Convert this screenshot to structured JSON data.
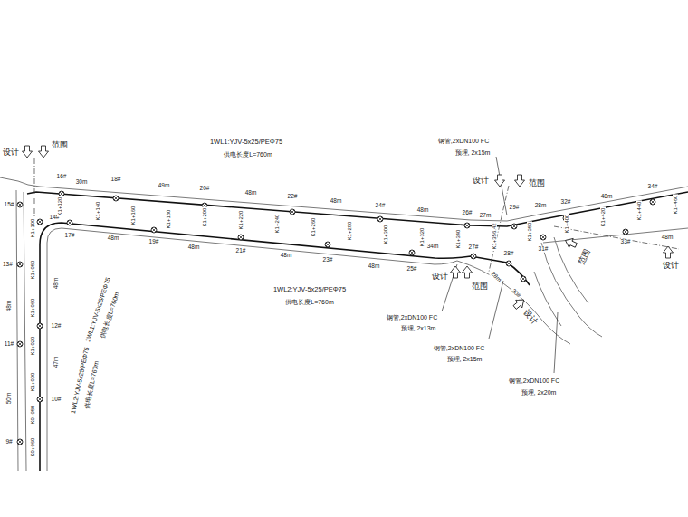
{
  "diagram": {
    "labels": [
      "设计",
      "范围",
      "1WL1:YJV-5x25/PEΦ75",
      "供电长度L=760m",
      "16#",
      "30m",
      "18#",
      "49m",
      "20#",
      "48m",
      "22#",
      "48m",
      "24#",
      "48m",
      "26#",
      "27m",
      "钢管,2xDN100 FC",
      "预埋, 2x15m",
      "设计",
      "范围",
      "29#",
      "28m",
      "32#",
      "48m",
      "34#",
      "17#",
      "48m",
      "19#",
      "48m",
      "21#",
      "48m",
      "23#",
      "48m",
      "25#",
      "34m",
      "27#",
      "28#",
      "31#",
      "33#",
      "48m",
      "28m",
      "30#",
      "1WL2:YJV-5x25/PEΦ75",
      "供电长度L=760m",
      "设计",
      "范围",
      "设计",
      "范围",
      "设计",
      "钢管,2xDN100 FC",
      "预埋, 2x13m",
      "钢管,2xDN100 FC",
      "预埋, 2x15m",
      "钢管,2xDN100 FC",
      "预埋, 2x20m",
      "15#",
      "14#",
      "13#",
      "12#",
      "11#",
      "10#",
      "9#",
      "48m",
      "47m",
      "48m",
      "50m",
      "1WL1:YJV-5x25/PEΦ75",
      "供电长度L=760m",
      "1WL2:YJV-5x25/PEΦ75",
      "供电长度L=760m",
      "K1+100",
      "K1+080",
      "K1+060",
      "K1+020",
      "K1+000",
      "K0+980",
      "K0+960",
      "K1+120",
      "K1+140",
      "K1+160",
      "K1+180",
      "K1+200",
      "K1+220",
      "K1+240",
      "K1+260",
      "K1+280",
      "K1+300",
      "K1+320",
      "K1+340",
      "K1+356.42",
      "K1+380",
      "K1+400",
      "K1+420",
      "K1+440",
      "K1+460"
    ]
  }
}
